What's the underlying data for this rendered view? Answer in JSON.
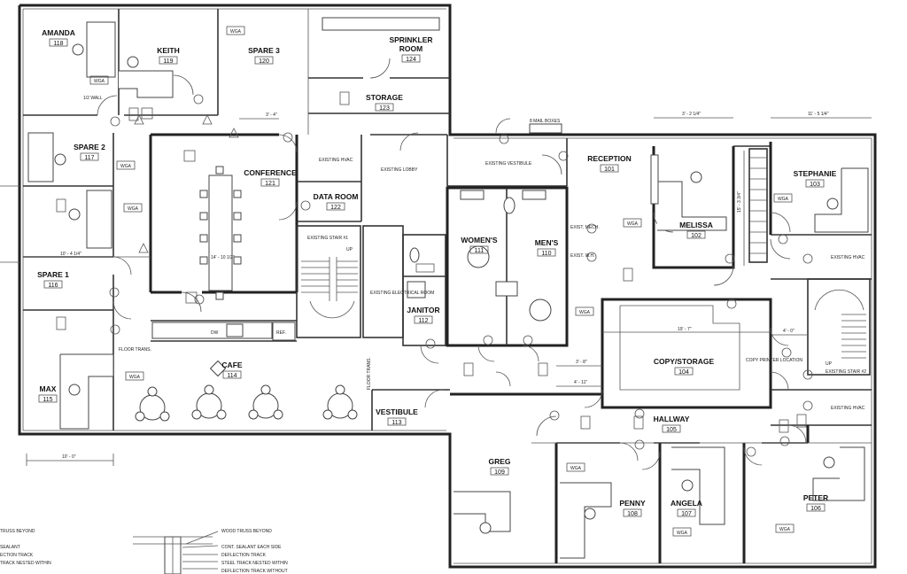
{
  "rooms": [
    {
      "name": "AMANDA",
      "num": "118"
    },
    {
      "name": "KEITH",
      "num": "119"
    },
    {
      "name": "SPARE 3",
      "num": "120"
    },
    {
      "name": "SPRINKLER",
      "name2": "ROOM",
      "num": "124"
    },
    {
      "name": "STORAGE",
      "num": "123"
    },
    {
      "name": "SPARE 2",
      "num": "117"
    },
    {
      "name": "CONFERENCE",
      "num": "121"
    },
    {
      "name": "DATA ROOM",
      "num": "122"
    },
    {
      "name": "RECEPTION",
      "num": "101"
    },
    {
      "name": "STEPHANIE",
      "num": "103"
    },
    {
      "name": "MELISSA",
      "num": "102"
    },
    {
      "name": "SPARE 1",
      "num": "116"
    },
    {
      "name": "WOMEN'S",
      "num": "111"
    },
    {
      "name": "MEN'S",
      "num": "110"
    },
    {
      "name": "JANITOR",
      "num": "112"
    },
    {
      "name": "COPY/STORAGE",
      "num": "104"
    },
    {
      "name": "MAX",
      "num": "115"
    },
    {
      "name": "CAFE",
      "num": "114"
    },
    {
      "name": "VESTIBULE",
      "num": "113"
    },
    {
      "name": "HALLWAY",
      "num": "105"
    },
    {
      "name": "GREG",
      "num": "109"
    },
    {
      "name": "PENNY",
      "num": "108"
    },
    {
      "name": "ANGELA",
      "num": "107"
    },
    {
      "name": "PETER",
      "num": "106"
    }
  ],
  "notes": {
    "half_wall": "1/2 WALL",
    "existing_hvac": "EXISTING HVAC",
    "existing_lobby": "EXISTING LOBBY",
    "existing_vestibule": "EXISTING VESTIBULE",
    "mail_boxes": "8 MAIL BOXES",
    "existing_stair_1": "EXISTING STAIR #1",
    "existing_stair_2": "EXISTING STAIR #2",
    "existing_electrical": "EXISTING ELECTRICAL ROOM",
    "exist_mech": "EXIST. MECH.",
    "exist_wh": "EXIST. W.H.",
    "copy_printer": "COPY PRINTER LOCATION",
    "floor_trans": "FLOOR TRANS.",
    "ref": "REF.",
    "dw": "DW",
    "up": "UP",
    "wga": "WGA"
  },
  "dimensions": [
    "3' - 4\"",
    "3' - 2 1/4\"",
    "11' - 5 1/4\"",
    "15' - 3 3/4\"",
    "14' - 10 1/2\"",
    "10' - 4 1/4\"",
    "10' - 0\"",
    "19' - 7\"",
    "4' - 0\"",
    "4' - 11\"",
    "3' - 8\""
  ],
  "legend": [
    "WOOD TRUSS BEYOND",
    "CONT. SEALANT EACH SIDE",
    "DEFLECTION TRACK",
    "STEEL TRACK NESTED WITHIN",
    "DEFLECTION TRACK WITHOUT"
  ],
  "legend_left": [
    "TRUSS BEYOND",
    "SEALANT",
    "ECTION TRACK",
    "TRACK NESTED WITHIN"
  ]
}
